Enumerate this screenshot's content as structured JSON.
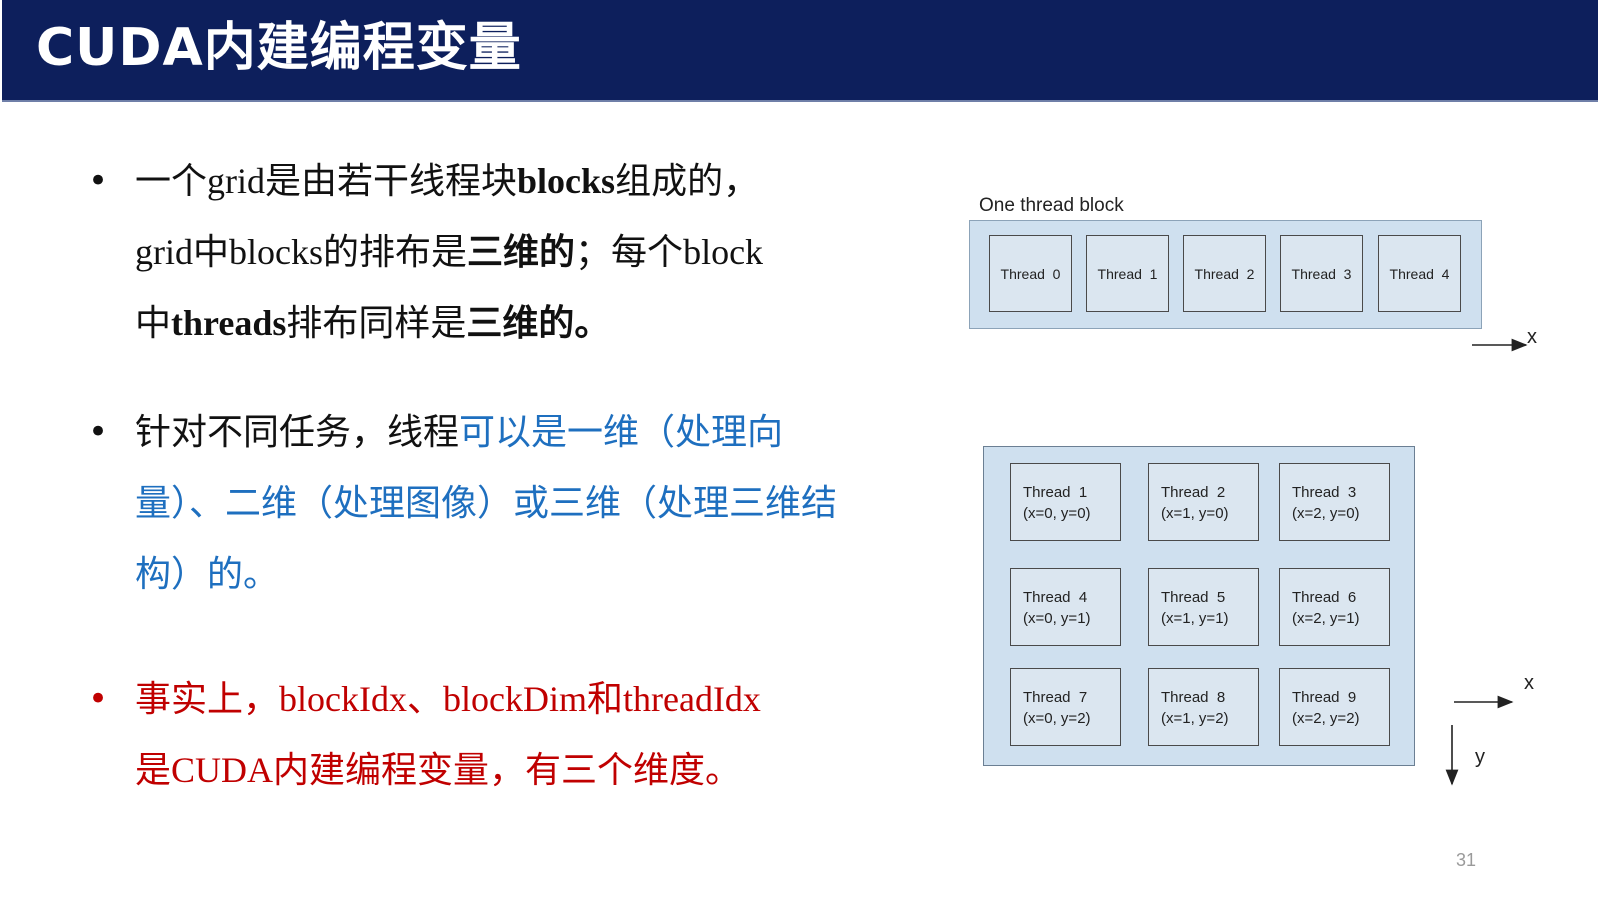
{
  "header": {
    "title": "CUDA内建编程变量"
  },
  "bullets": {
    "marker": "•",
    "b1": {
      "p1": "一个",
      "p2": "grid",
      "p3": "是由若干线程块",
      "p4": "blocks",
      "p5": "组成的，",
      "p6": "grid",
      "p7": "中",
      "p8": "blocks",
      "p9": "的排布是",
      "p10": "三维的",
      "p11": "；每个",
      "p12": "block",
      "p13": "中",
      "p14": "threads",
      "p15": "排布同样是",
      "p16": "三维的。"
    },
    "b2": {
      "p1": "针对不同任务，线程",
      "p2": "可以是一维（处理向量）、二维（处理图像）或三维（处理三维结构）的。"
    },
    "b3": {
      "p1": "事实上，",
      "p2": "blockIdx",
      "p3": "、",
      "p4": "blockDim",
      "p5": "和",
      "p6": "threadIdx",
      "p7": "是",
      "p8": "CUDA",
      "p9": "内建编程变量，有三个维度。"
    }
  },
  "diagram_1d": {
    "label": "One thread block",
    "threads": [
      "Thread  0",
      "Thread  1",
      "Thread  2",
      "Thread  3",
      "Thread  4"
    ],
    "axis_x": "x"
  },
  "diagram_2d": {
    "threads": [
      {
        "name": "Thread  1",
        "coord": "(x=0, y=0)"
      },
      {
        "name": "Thread  2",
        "coord": "(x=1, y=0)"
      },
      {
        "name": "Thread  3",
        "coord": "(x=2, y=0)"
      },
      {
        "name": "Thread  4",
        "coord": "(x=0, y=1)"
      },
      {
        "name": "Thread  5",
        "coord": "(x=1, y=1)"
      },
      {
        "name": "Thread  6",
        "coord": "(x=2, y=1)"
      },
      {
        "name": "Thread  7",
        "coord": "(x=0, y=2)"
      },
      {
        "name": "Thread  8",
        "coord": "(x=1, y=2)"
      },
      {
        "name": "Thread  9",
        "coord": "(x=2, y=2)"
      }
    ],
    "axis_x": "x",
    "axis_y": "y"
  },
  "page_number": "31",
  "colors": {
    "header_bg": "#0d1f5c",
    "blue_text": "#1e6fbf",
    "red_text": "#c00000",
    "block_fill": "#cfe0ef"
  }
}
